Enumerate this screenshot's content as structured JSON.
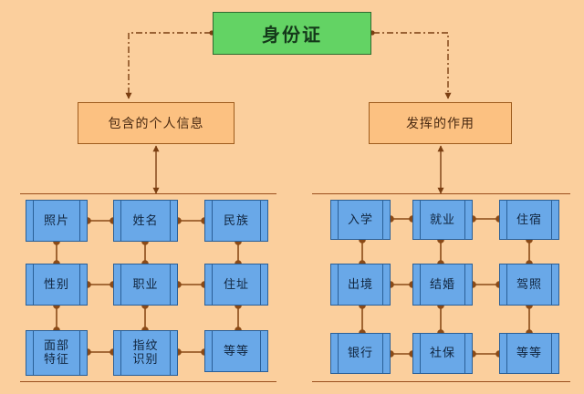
{
  "diagram": {
    "background_color": "#fbcf9d",
    "root": {
      "label": "身份证",
      "fill": "#63d364",
      "stroke": "#2f6b2f"
    },
    "branches": [
      {
        "id": "personal-info",
        "label": "包含的个人信息",
        "fill": "#fcc181",
        "stroke": "#9e5c1d"
      },
      {
        "id": "functions",
        "label": "发挥的作用",
        "fill": "#fcc181",
        "stroke": "#9e5c1d"
      }
    ],
    "groups": [
      {
        "id": "personal-info-group",
        "rule_color": "#9a4f1c",
        "leaf_fill": "#69a8e8",
        "leaf_stroke": "#2a5f97",
        "rows": [
          [
            {
              "id": "photo",
              "label": "照片"
            },
            {
              "id": "name",
              "label": "姓名"
            },
            {
              "id": "ethnicity",
              "label": "民族"
            }
          ],
          [
            {
              "id": "gender",
              "label": "性别"
            },
            {
              "id": "occupation",
              "label": "职业"
            },
            {
              "id": "address",
              "label": "住址"
            }
          ],
          [
            {
              "id": "face",
              "label": "面部\n特征"
            },
            {
              "id": "fingerprint",
              "label": "指纹\n识别"
            },
            {
              "id": "etc-left",
              "label": "等等"
            }
          ]
        ]
      },
      {
        "id": "functions-group",
        "rule_color": "#9a4f1c",
        "leaf_fill": "#69a8e8",
        "leaf_stroke": "#2a5f97",
        "rows": [
          [
            {
              "id": "enrollment",
              "label": "入学"
            },
            {
              "id": "employment",
              "label": "就业"
            },
            {
              "id": "lodging",
              "label": "住宿"
            }
          ],
          [
            {
              "id": "exit",
              "label": "出境"
            },
            {
              "id": "marriage",
              "label": "结婚"
            },
            {
              "id": "license",
              "label": "驾照"
            }
          ],
          [
            {
              "id": "bank",
              "label": "银行"
            },
            {
              "id": "insurance",
              "label": "社保"
            },
            {
              "id": "etc-right",
              "label": "等等"
            }
          ]
        ]
      }
    ],
    "connectors": {
      "style_root_to_branch": "dash-dot",
      "style_branch_to_group": "solid-arrow",
      "style_leaf_to_leaf": "solid-dot",
      "line_color": "#8a4a17"
    }
  }
}
